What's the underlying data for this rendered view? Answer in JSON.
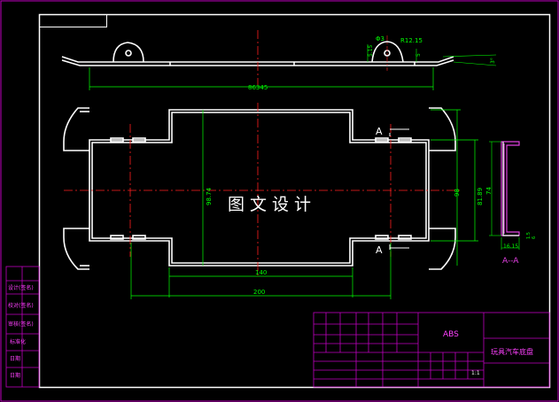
{
  "drawing": {
    "watermark": "图文设计",
    "title_block": {
      "material": "ABS",
      "part_name": "玩具汽车底盘",
      "scale": "1:1"
    },
    "section_label": "A--A",
    "section_marker": "A",
    "dimensions": {
      "overall_length": "86345",
      "inner_width": "140",
      "outer_width": "200",
      "inner_height": "98.74",
      "body_height": "81.89",
      "right_height": "98",
      "section_height": "74",
      "section_width": "16.15",
      "hole_dia": "Φ3",
      "fillet_radius": "R12.15",
      "height_small": "5.15",
      "height_small2": "5",
      "angle": "3°",
      "section_small": "1.5",
      "section_small2": "6"
    },
    "left_strip_labels": [
      "设计(签名)",
      "校对(签名)",
      "审核(签名)",
      "标准化",
      "日期",
      "日期"
    ],
    "colors": {
      "background": "#000000",
      "frame": "#ffffff",
      "outer_frame": "#c000c0",
      "centerline": "#ff2020",
      "dimension": "#00ff00",
      "section": "#e040e0",
      "text_magenta": "#ff40ff"
    }
  }
}
